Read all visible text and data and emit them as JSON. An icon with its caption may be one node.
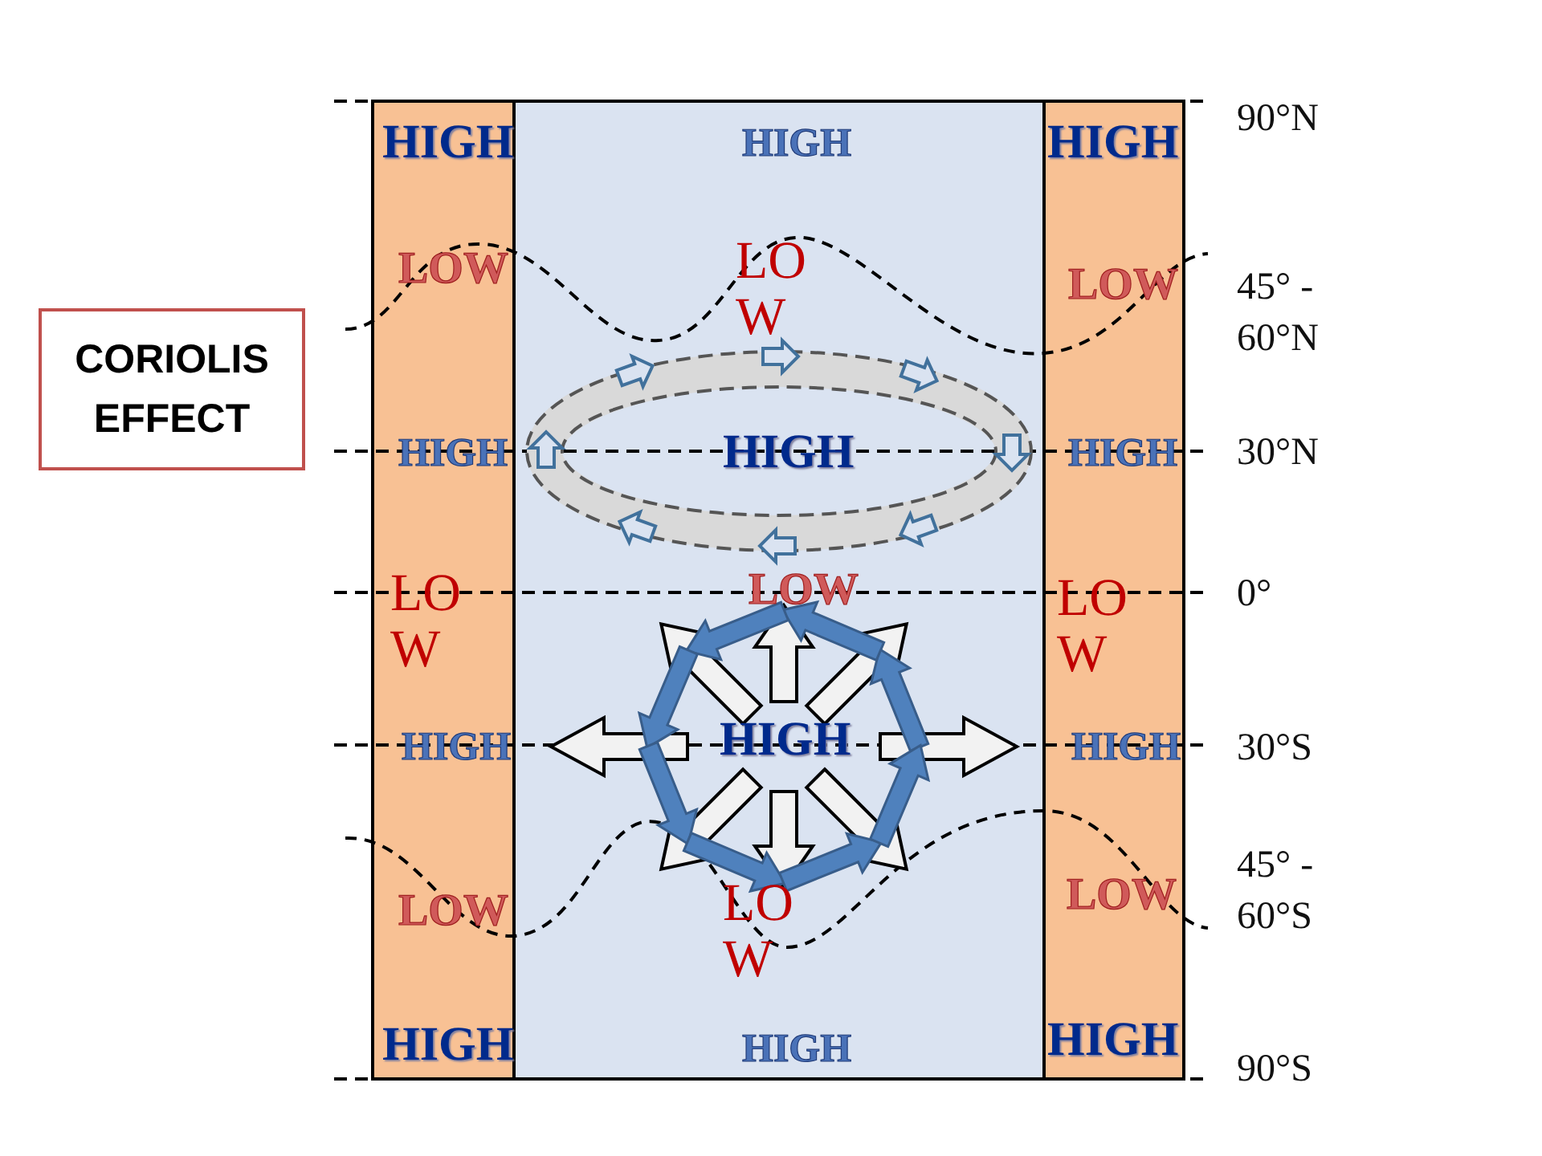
{
  "diagram": {
    "nodes": [
      {
        "text": [
          "CORIOLIS EFFECT"
        ]
      }
    ],
    "labels": [
      "HIGH",
      "HIGH",
      "HIGH",
      "90°N",
      "LOW",
      "LOW",
      "LOW",
      "45° - 60°N",
      "HIGH",
      "HIGH",
      "HIGH",
      "30°N",
      "LOW",
      "LOW",
      "LOW",
      "0°",
      "HIGH",
      "HIGH",
      "HIGH",
      "30°S",
      "LOW",
      "LOW",
      "LOW",
      "45° - 60°S",
      "HIGH",
      "HIGH",
      "HIGH",
      "90°S"
    ]
  }
}
